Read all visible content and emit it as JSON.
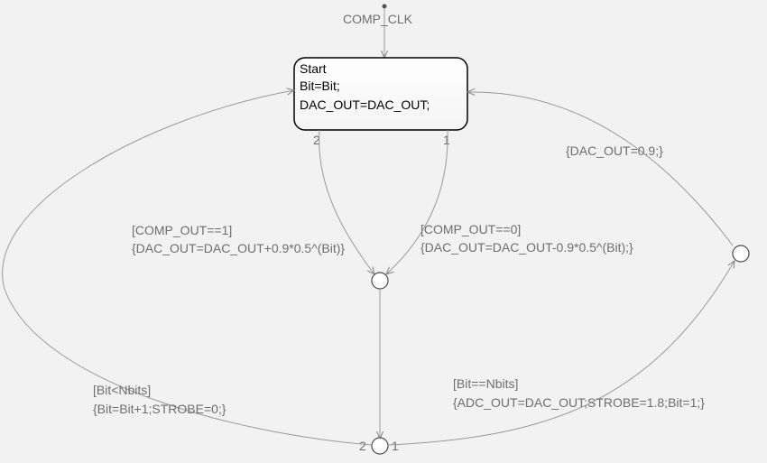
{
  "diagram": {
    "default_transition": {
      "event": "COMP_CLK"
    },
    "state": {
      "name": "Start",
      "actions": [
        "Bit=Bit;",
        "DAC_OUT=DAC_OUT;"
      ]
    },
    "transitions": {
      "start_to_junction_a_order": "2",
      "start_to_junction_b_order": "1",
      "comp_high": {
        "condition": "[COMP_OUT==1]",
        "action": "{DAC_OUT=DAC_OUT+0.9*0.5^(Bit)}"
      },
      "comp_low": {
        "condition": "[COMP_OUT==0]",
        "action": "{DAC_OUT=DAC_OUT-0.9*0.5^(Bit);}"
      },
      "loop_back": {
        "order": "2",
        "condition": "[Bit<Nbits]",
        "action": "{Bit=Bit+1;STROBE=0;}"
      },
      "done": {
        "order": "1",
        "condition": "[Bit==Nbits]",
        "action": "{ADC_OUT=DAC_OUT;STROBE=1.8;Bit=1;}"
      },
      "reset": {
        "action": "{DAC_OUT=0.9;}"
      }
    },
    "colors": {
      "background": "#f2f2f2",
      "edge": "#9a9a9a",
      "label": "#6e6e6e",
      "state_border": "#000000",
      "state_fill": "#ffffff"
    }
  }
}
